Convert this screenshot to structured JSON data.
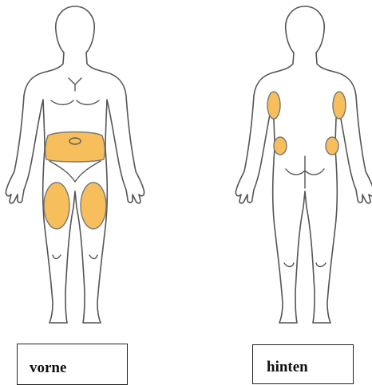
{
  "labels": {
    "front": "vorne",
    "back": "hinten"
  },
  "colors": {
    "injection_site_fill": "#f7bf5c",
    "outline": "#555555"
  },
  "figures": {
    "front": {
      "view": "front",
      "highlighted_regions": [
        "abdomen",
        "left-thigh",
        "right-thigh"
      ]
    },
    "back": {
      "view": "back",
      "highlighted_regions": [
        "left-upper-arm",
        "right-upper-arm",
        "left-flank",
        "right-flank"
      ]
    }
  }
}
